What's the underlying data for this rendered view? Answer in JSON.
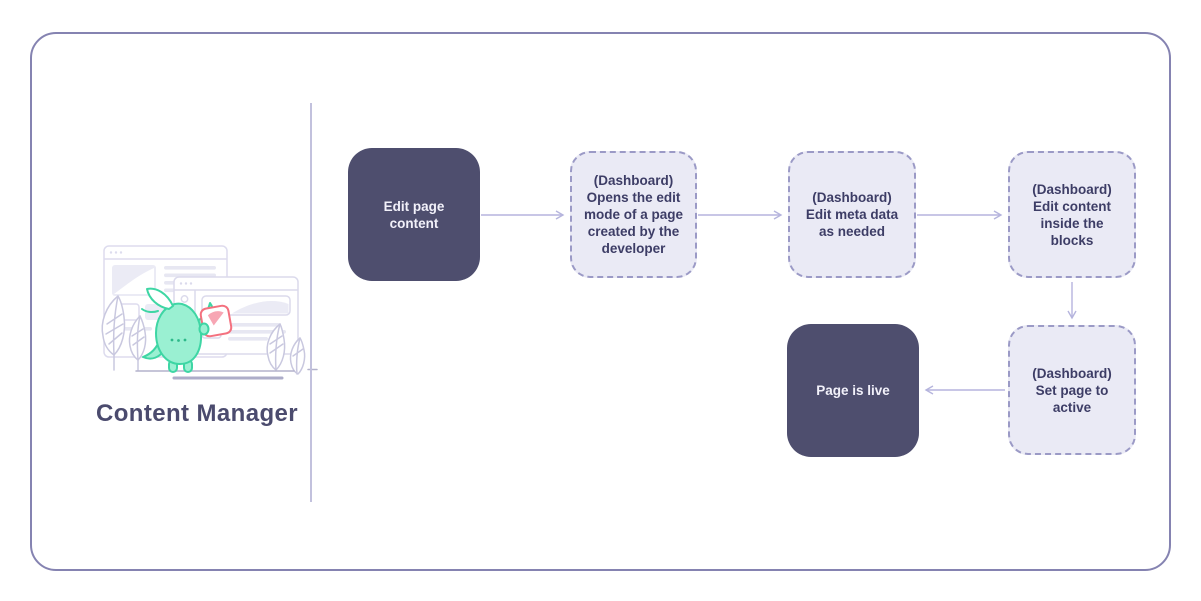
{
  "panel": {
    "title": "Content Manager"
  },
  "flow": {
    "nodes": [
      {
        "id": "edit-page-content",
        "type": "solid",
        "label": "Edit page\ncontent"
      },
      {
        "id": "open-edit-mode",
        "type": "dashed",
        "label": "(Dashboard)\nOpens the edit\nmode of a page\ncreated by the\ndeveloper"
      },
      {
        "id": "edit-meta-data",
        "type": "dashed",
        "label": "(Dashboard)\nEdit meta data\nas needed"
      },
      {
        "id": "edit-content-blocks",
        "type": "dashed",
        "label": "(Dashboard)\nEdit content\ninside the\nblocks"
      },
      {
        "id": "set-page-active",
        "type": "dashed",
        "label": "(Dashboard)\nSet page to\nactive"
      },
      {
        "id": "page-is-live",
        "type": "solid",
        "label": "Page is live"
      }
    ],
    "edges": [
      {
        "from": "edit-page-content",
        "to": "open-edit-mode",
        "direction": "right"
      },
      {
        "from": "open-edit-mode",
        "to": "edit-meta-data",
        "direction": "right"
      },
      {
        "from": "edit-meta-data",
        "to": "edit-content-blocks",
        "direction": "right"
      },
      {
        "from": "edit-content-blocks",
        "to": "set-page-active",
        "direction": "down"
      },
      {
        "from": "set-page-active",
        "to": "page-is-live",
        "direction": "left"
      }
    ]
  },
  "icons": {
    "mascot": "mascot-icon",
    "back_window": "back-browser-window-icon",
    "front_window": "front-browser-window-icon",
    "plant_left": "plant-left-icon",
    "plant_right": "plant-right-icon",
    "document_card": "document-card-icon",
    "ground": "ground-line"
  },
  "colors": {
    "frame_border": "#8583b1",
    "divider": "#c2c1dd",
    "solid_node_bg": "#4e4e6e",
    "solid_node_text": "#f2f1fa",
    "dashed_node_bg": "#eaeaf5",
    "dashed_node_border": "#9b9ac6",
    "dashed_node_text": "#3d3d66",
    "arrow": "#b5b4dd",
    "title_text": "#4b4b6e",
    "mascot_fill": "#9af0d2",
    "mascot_stroke": "#3ed6a4",
    "card_border": "#f4717f",
    "card_swoosh": "#f7a6b4",
    "window_line": "#dddcee"
  }
}
